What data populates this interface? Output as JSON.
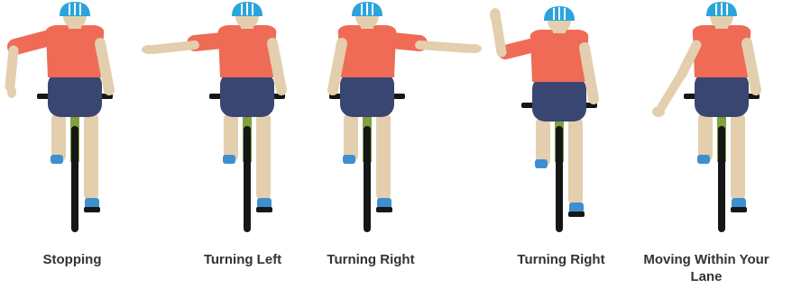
{
  "colors": {
    "helmet": "#2aa4dd",
    "shirt": "#ef6b55",
    "shorts": "#3a4672",
    "skin": "#e3cfae",
    "frame": "#7fa23f",
    "tire": "#161616",
    "shoe": "#3d8fd0",
    "caption": "#333333"
  },
  "signals": [
    {
      "label": "Stopping",
      "icon": "stop-signal-icon"
    },
    {
      "label": "Turning Left",
      "icon": "left-turn-signal-icon"
    },
    {
      "label": "Turning Right",
      "icon": "right-turn-signal-extended-arm-icon"
    },
    {
      "label": "Turning Right",
      "icon": "right-turn-signal-raised-arm-icon"
    },
    {
      "label": "Moving Within Your Lane",
      "icon": "lane-position-signal-icon"
    }
  ]
}
